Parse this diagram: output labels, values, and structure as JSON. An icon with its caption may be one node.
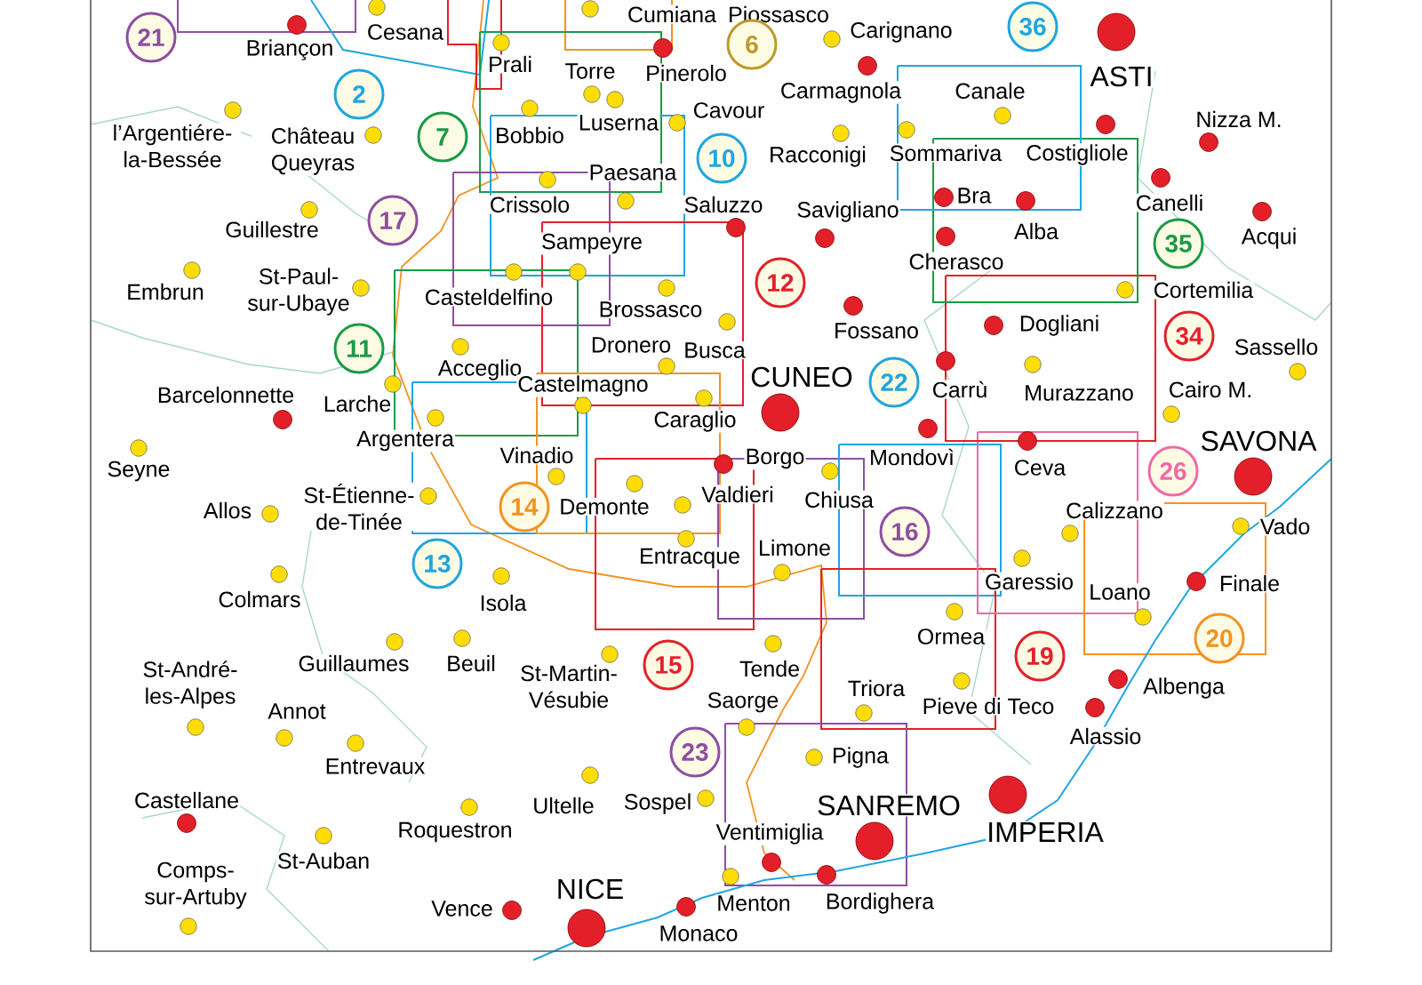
{
  "diagram": {
    "nodes": [
      {
        "text": [
          "36"
        ]
      },
      {
        "text": [
          "21"
        ]
      },
      {
        "text": [
          "6"
        ]
      },
      {
        "text": [
          "2"
        ]
      },
      {
        "text": [
          "7"
        ]
      },
      {
        "text": [
          "10"
        ]
      },
      {
        "text": [
          "17"
        ]
      },
      {
        "text": [
          "35"
        ]
      },
      {
        "text": [
          "12"
        ]
      },
      {
        "text": [
          "34"
        ]
      },
      {
        "text": [
          "11"
        ]
      },
      {
        "text": [
          "22"
        ]
      },
      {
        "text": [
          "26"
        ]
      },
      {
        "text": [
          "14"
        ]
      },
      {
        "text": [
          "16"
        ]
      },
      {
        "text": [
          "13"
        ]
      },
      {
        "text": [
          "20"
        ]
      },
      {
        "text": [
          "19"
        ]
      },
      {
        "text": [
          "15"
        ]
      },
      {
        "text": [
          "23"
        ]
      }
    ],
    "labels": [
      "Cumiana",
      "Piossasco",
      "Cesana",
      "Carignano",
      "Briançon",
      "Prali",
      "Torre",
      "Pinerolo",
      "ASTI",
      "Canale",
      "Carmagnola",
      "Cavour",
      "Nizza M.",
      "Luserna",
      "Bobbio",
      "Château Queyras",
      "l’Argentiére-la-Bessée",
      "Sommariva",
      "Costigliole",
      "Racconigi",
      "Paesana",
      "Bra",
      "Canelli",
      "Crissolo",
      "Saluzzo",
      "Savigliano",
      "Guillestre",
      "Alba",
      "Acqui",
      "Sampeyre",
      "Cherasco",
      "Embrun",
      "St-Paul-sur-Ubaye",
      "Cortemilia",
      "Casteldelfino",
      "Brossasco",
      "Dogliani",
      "Fossano",
      "Dronero",
      "Sassello",
      "Busca",
      "Acceglio",
      "CUNEO",
      "Castelmagno",
      "Carrù",
      "Cairo M.",
      "Murazzano",
      "Barcelonnette",
      "Larche",
      "Caraglio",
      "Argentera",
      "SAVONA",
      "Vinadio",
      "Mondovì",
      "Borgo",
      "Ceva",
      "Seyne",
      "Valdieri",
      "Chiusa",
      "St-Étienne-de-Tinée",
      "Demonte",
      "Allos",
      "Calizzano",
      "Vado",
      "Limone",
      "Entracque",
      "Garessio",
      "Finale",
      "Loano",
      "Colmars",
      "Isola",
      "Ormea",
      "Guillaumes",
      "Beuil",
      "Tende",
      "St-Martin-Vésubie",
      "St-André-les-Alpes",
      "Triora",
      "Albenga",
      "Saorge",
      "Pieve di Teco",
      "Annot",
      "Alassio",
      "Pigna",
      "Entrevaux",
      "Castellane",
      "Sospel",
      "SANREMO",
      "Ultelle",
      "Roquestron",
      "IMPERIA",
      "Ventimiglia",
      "St-Auban",
      "Comps-sur-Artuby",
      "NICE",
      "Menton",
      "Bordighera",
      "Vence",
      "Monaco"
    ]
  }
}
